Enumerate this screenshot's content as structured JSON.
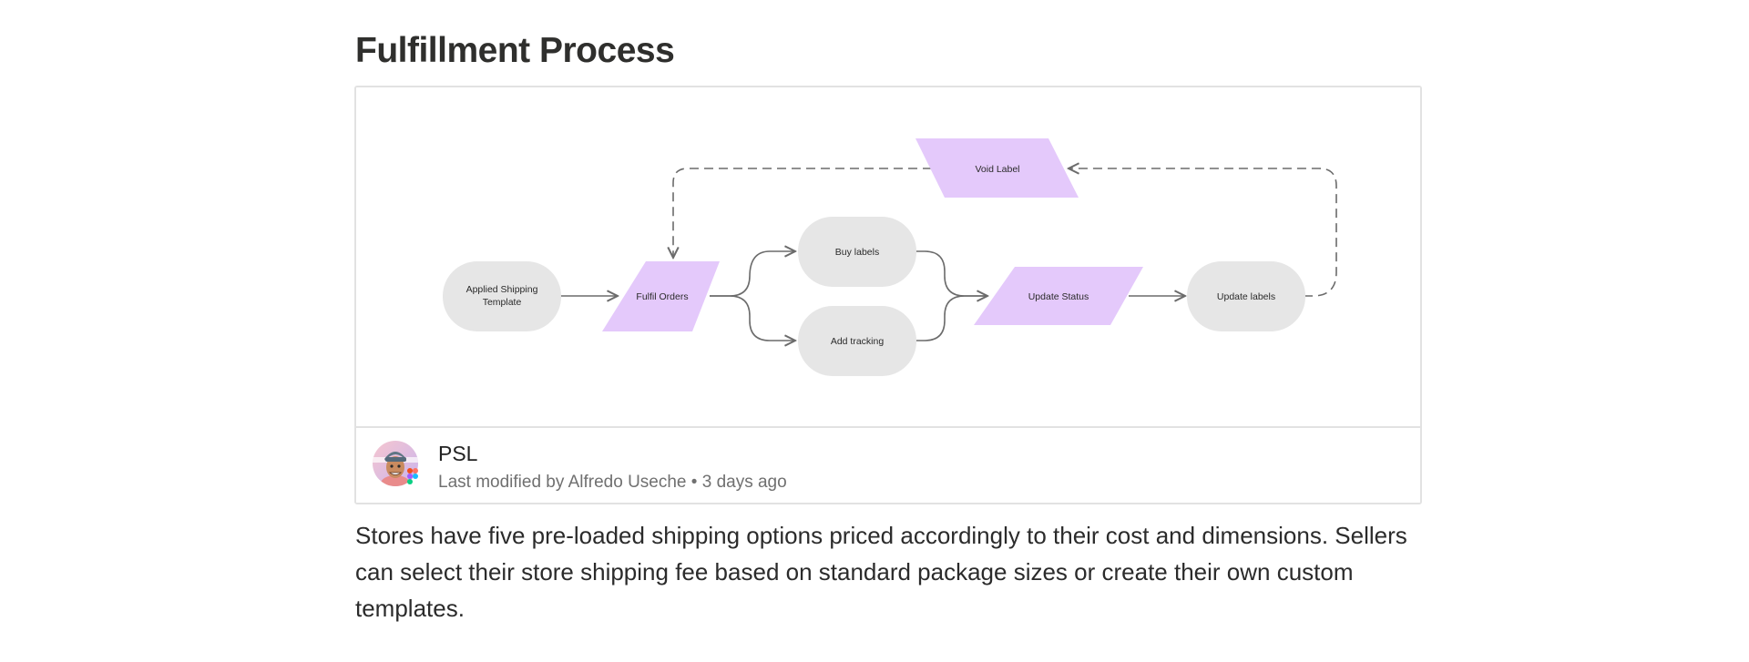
{
  "page": {
    "title": "Fulfillment Process",
    "description": "Stores have five pre-loaded shipping options priced accordingly to their cost and dimensions. Sellers can select their store shipping fee based on standard package sizes or create their own custom templates."
  },
  "diagram": {
    "nodes": {
      "applied_shipping_template": {
        "line1": "Applied Shipping",
        "line2": "Template"
      },
      "fulfil_orders": "Fulfil Orders",
      "buy_labels": "Buy labels",
      "add_tracking": "Add tracking",
      "update_status": "Update Status",
      "update_labels": "Update labels",
      "void_label": "Void Label"
    },
    "colors": {
      "rounded_node": "#e6e6e6",
      "parallelogram_node": "#e4c9fb",
      "connector": "#6b6b6b"
    }
  },
  "file": {
    "name": "PSL",
    "modified_by": "Last modified by Alfredo Useche",
    "separator": "•",
    "modified_time": "3 days ago",
    "icons": [
      "avatar",
      "figma-logo-icon"
    ]
  }
}
